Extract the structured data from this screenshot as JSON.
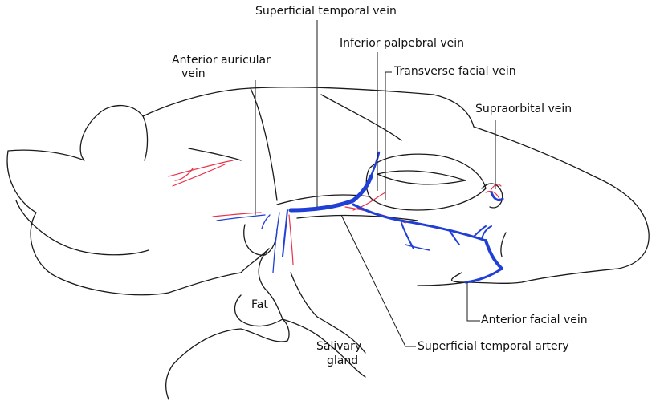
{
  "labels": {
    "superficial_temporal_vein": "Superficial temporal vein",
    "inferior_palpebral_vein": "Inferior palpebral vein",
    "anterior_auricular_vein_line1": "Anterior auricular",
    "anterior_auricular_vein_line2": "vein",
    "transverse_facial_vein": "Transverse facial vein",
    "supraorbital_vein": "Supraorbital vein",
    "fat": "Fat",
    "anterior_facial_vein": "Anterior facial vein",
    "salivary_gland_line1": "Salivary",
    "salivary_gland_line2": "gland",
    "superficial_temporal_artery": "Superficial temporal artery"
  },
  "colors": {
    "vein": "#1f3fd6",
    "artery": "#e8324a",
    "outline": "#1a1a1a"
  }
}
